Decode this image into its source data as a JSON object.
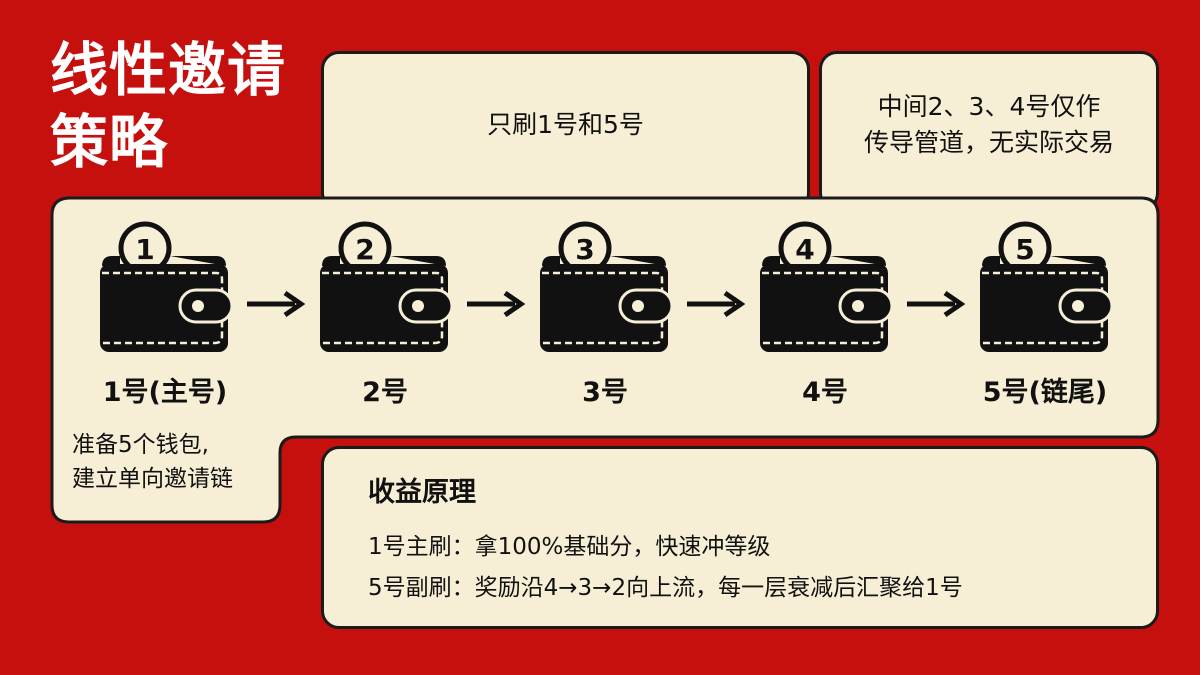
{
  "title": {
    "line1": "线性邀请",
    "line2": "策略"
  },
  "top_left_box": "只刷1号和5号",
  "top_right_box": {
    "line1": "中间2、3、4号仅作",
    "line2": "传导管道，无实际交易"
  },
  "wallets": [
    {
      "number": "1",
      "label": "1号(主号)"
    },
    {
      "number": "2",
      "label": "2号"
    },
    {
      "number": "3",
      "label": "3号"
    },
    {
      "number": "4",
      "label": "4号"
    },
    {
      "number": "5",
      "label": "5号(链尾)"
    }
  ],
  "setup_note": {
    "line1": "准备5个钱包,",
    "line2": "建立单向邀请链"
  },
  "principle": {
    "title": "收益原理",
    "line1": "1号主刷：拿100%基础分，快速冲等级",
    "line2": "5号副刷：奖励沿4→3→2向上流，每一层衰减后汇聚给1号"
  },
  "colors": {
    "background": "#c5100e",
    "panel": "#f7efd5",
    "ink": "#111111"
  }
}
